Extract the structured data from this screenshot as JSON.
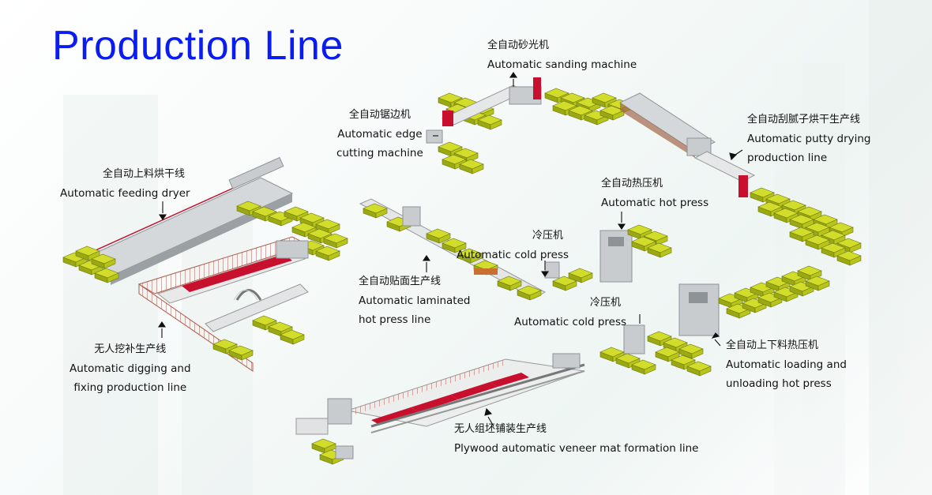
{
  "title": "Production Line",
  "colors": {
    "title": "#0a1cf0",
    "board_top": "#d2dc2a",
    "board_side": "#9aa814",
    "board_edge": "#6f7a0c",
    "machine": "#c9cccf",
    "machine_dark": "#8e9398",
    "conveyor_red": "#c8102e",
    "rail": "#b05a4a"
  },
  "labels": {
    "sanding": {
      "cn": "全自动砂光机",
      "en": "Automatic sanding machine"
    },
    "edge_cutting": {
      "cn": "全自动锯边机",
      "en1": "Automatic edge",
      "en2": "cutting machine"
    },
    "putty_drying": {
      "cn": "全自动刮腻子烘干生产线",
      "en1": "Automatic  putty drying",
      "en2": "production line"
    },
    "feeding_dryer": {
      "cn": "全自动上料烘干线",
      "en": "Automatic feeding dryer"
    },
    "hot_press": {
      "cn": "全自动热压机",
      "en": "Automatic hot press"
    },
    "cold_press_1": {
      "cn": "冷压机",
      "en": "Automatic cold press"
    },
    "laminated": {
      "cn": "全自动贴面生产线",
      "en1": "Automatic laminated",
      "en2": "hot press line"
    },
    "cold_press_2": {
      "cn": "冷压机",
      "en": "Automatic cold press"
    },
    "digging": {
      "cn": "无人挖补生产线",
      "en1": "Automatic  digging and",
      "en2": "fixing production line"
    },
    "loading_hot_press": {
      "cn": "全自动上下料热压机",
      "en1": "Automatic loading and",
      "en2": "unloading hot press"
    },
    "veneer_mat": {
      "cn": "无人组坯铺装生产线",
      "en": "Plywood automatic veneer mat formation line"
    }
  }
}
